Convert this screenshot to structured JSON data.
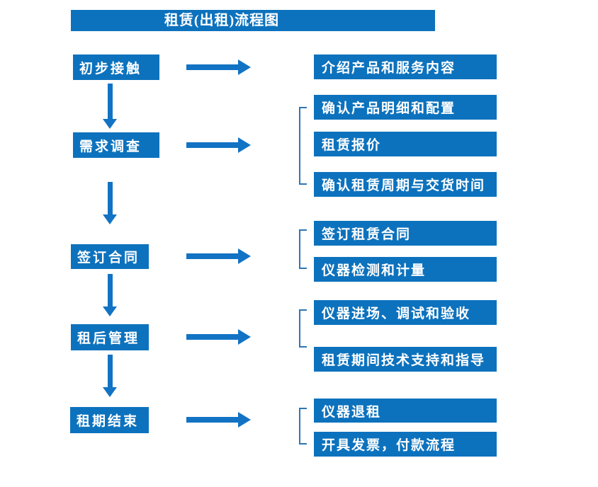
{
  "title": "租赁(出租)流程图",
  "colors": {
    "box_blue": "#0d72bd",
    "arrow_blue": "#1273c4",
    "bracket_blue": "#2e75b6",
    "background": "#ffffff",
    "text": "#ffffff"
  },
  "steps": [
    {
      "label": "初步接触",
      "details": [
        "介绍产品和服务内容"
      ]
    },
    {
      "label": "需求调查",
      "details": [
        "确认产品明细和配置",
        "租赁报价",
        "确认租赁周期与交货时间"
      ]
    },
    {
      "label": "签订合同",
      "details": [
        "签订租赁合同",
        "仪器检测和计量"
      ]
    },
    {
      "label": "租后管理",
      "details": [
        "仪器进场、调试和验收",
        "租赁期间技术支持和指导"
      ]
    },
    {
      "label": "租期结束",
      "details": [
        "仪器退租",
        "开具发票，付款流程"
      ]
    }
  ]
}
